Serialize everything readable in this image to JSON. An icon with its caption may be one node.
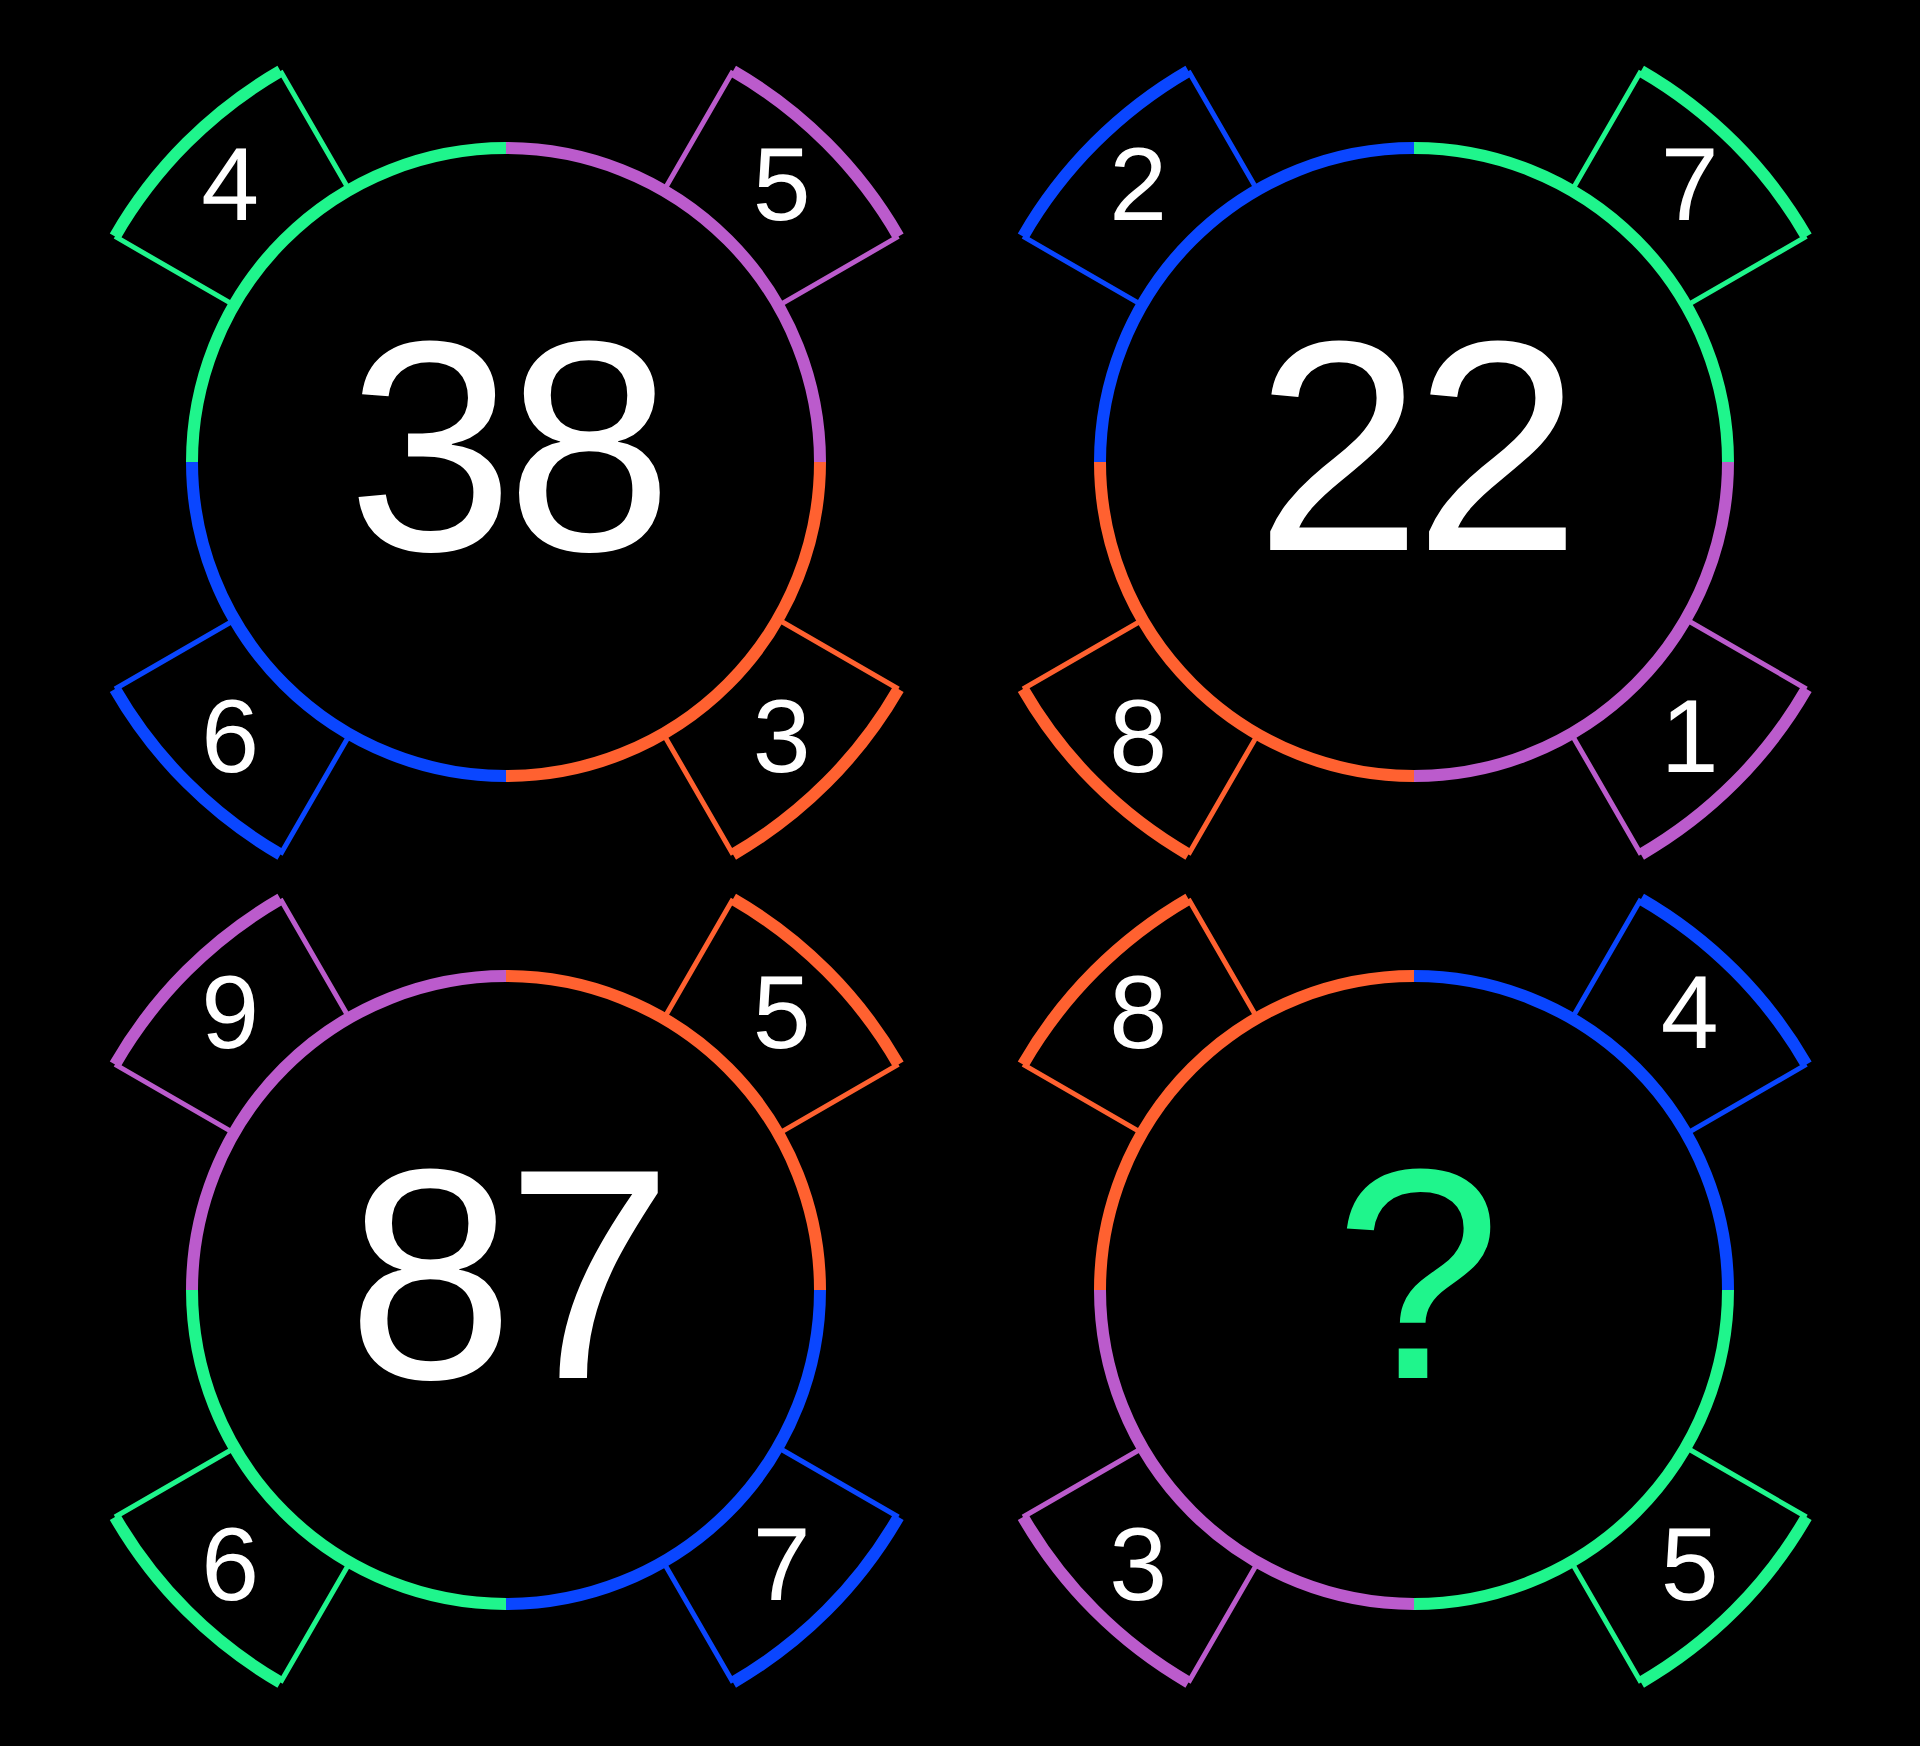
{
  "diagram": {
    "nodes": [
      {
        "text": [
          "4"
        ]
      },
      {
        "text": [
          "5"
        ]
      },
      {
        "text": [
          "38"
        ]
      },
      {
        "text": [
          "6"
        ]
      },
      {
        "text": [
          "3"
        ]
      },
      {
        "text": [
          "2"
        ]
      },
      {
        "text": [
          "7"
        ]
      },
      {
        "text": [
          "22"
        ]
      },
      {
        "text": [
          "8"
        ]
      },
      {
        "text": [
          "1"
        ]
      },
      {
        "text": [
          "9"
        ]
      },
      {
        "text": [
          "5"
        ]
      },
      {
        "text": [
          "87"
        ]
      },
      {
        "text": [
          "6"
        ]
      },
      {
        "text": [
          "7"
        ]
      },
      {
        "text": [
          "8"
        ]
      },
      {
        "text": [
          "4"
        ]
      },
      {
        "text": [
          "?"
        ]
      },
      {
        "text": [
          "3"
        ]
      },
      {
        "text": [
          "5"
        ]
      }
    ]
  }
}
